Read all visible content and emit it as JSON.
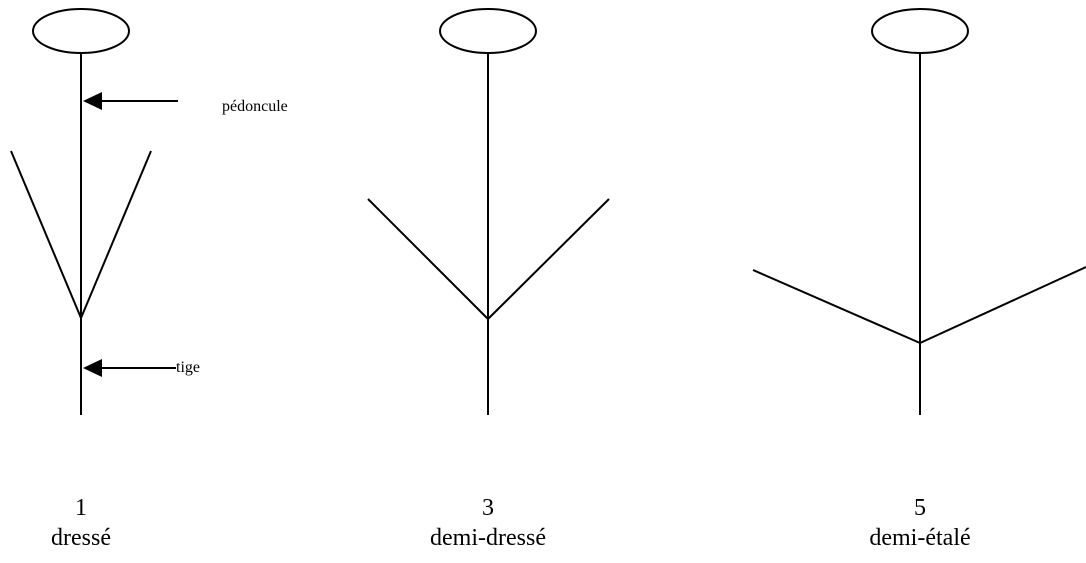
{
  "annotations": {
    "peduncle_label": "pédoncule",
    "stem_label": "tige"
  },
  "figures": [
    {
      "code": "1",
      "name": "dressé"
    },
    {
      "code": "3",
      "name": "demi-dressé"
    },
    {
      "code": "5",
      "name": "demi-étalé"
    }
  ],
  "colors": {
    "stroke": "#000000",
    "background": "#ffffff"
  }
}
